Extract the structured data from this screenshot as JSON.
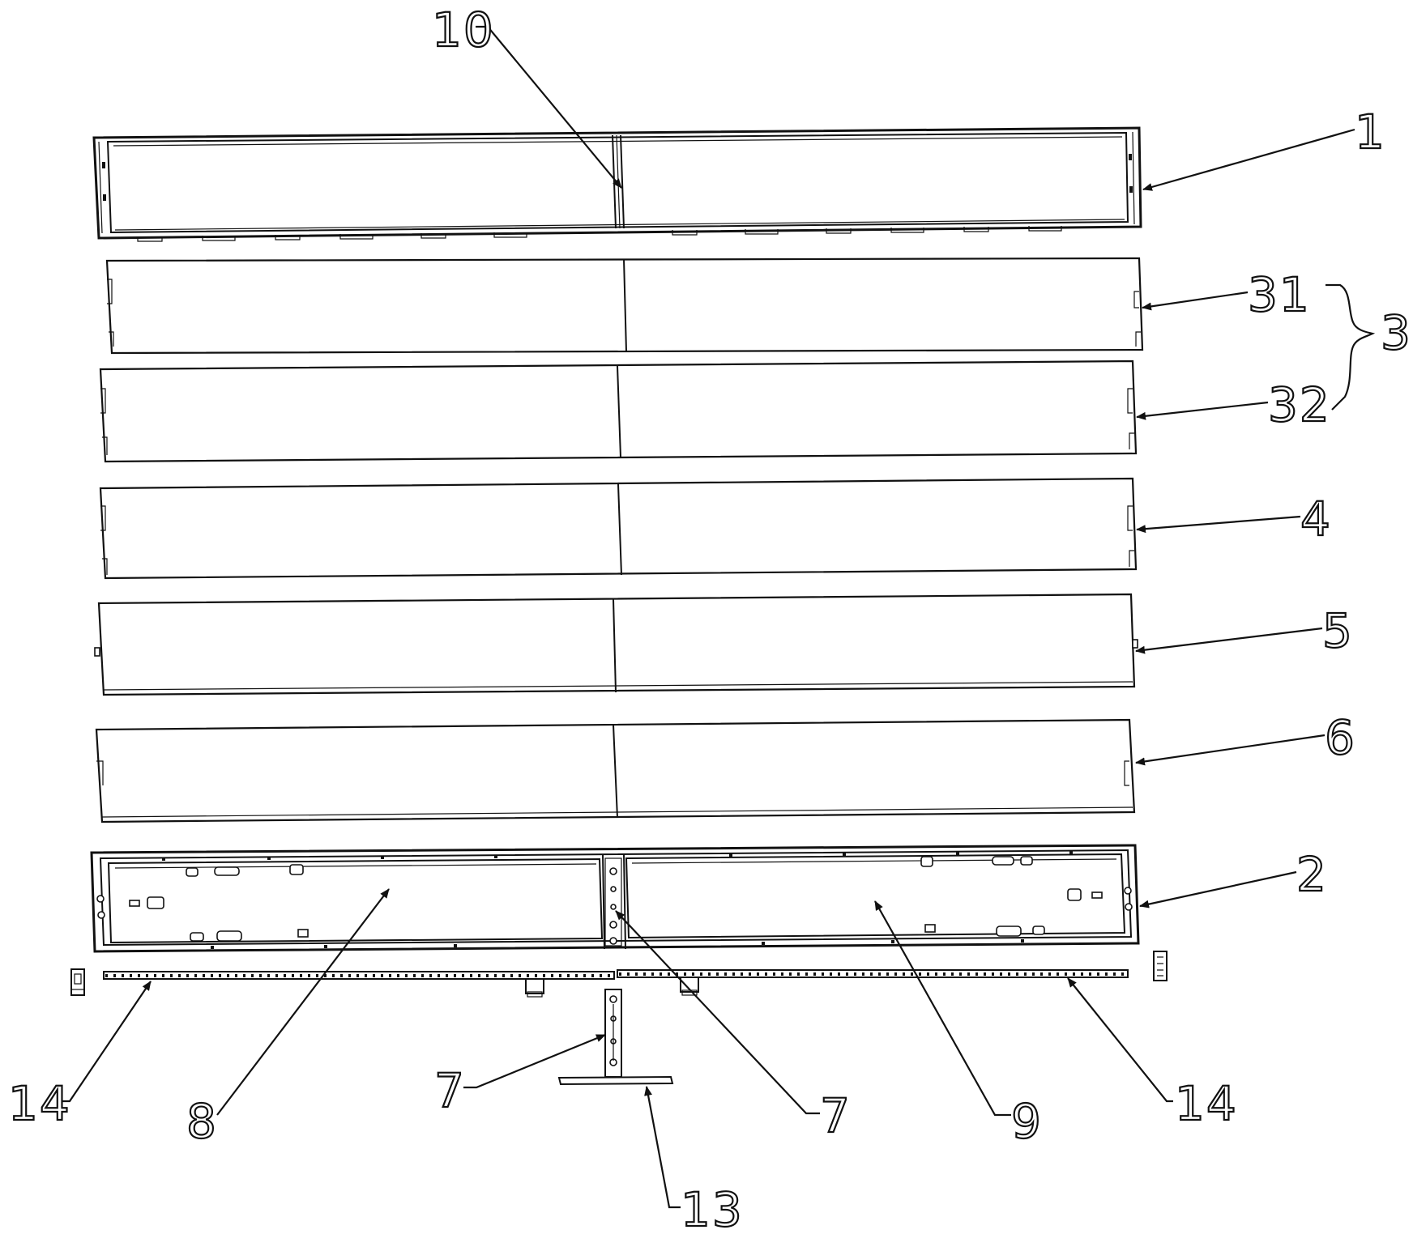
{
  "labels": {
    "l1": "1",
    "l2": "2",
    "l3": "3",
    "l4": "4",
    "l5": "5",
    "l6": "6",
    "l7a": "7",
    "l7b": "7",
    "l8": "8",
    "l9": "9",
    "l10": "10",
    "l13": "13",
    "l14a": "14",
    "l14b": "14",
    "l31": "31",
    "l32": "32"
  }
}
